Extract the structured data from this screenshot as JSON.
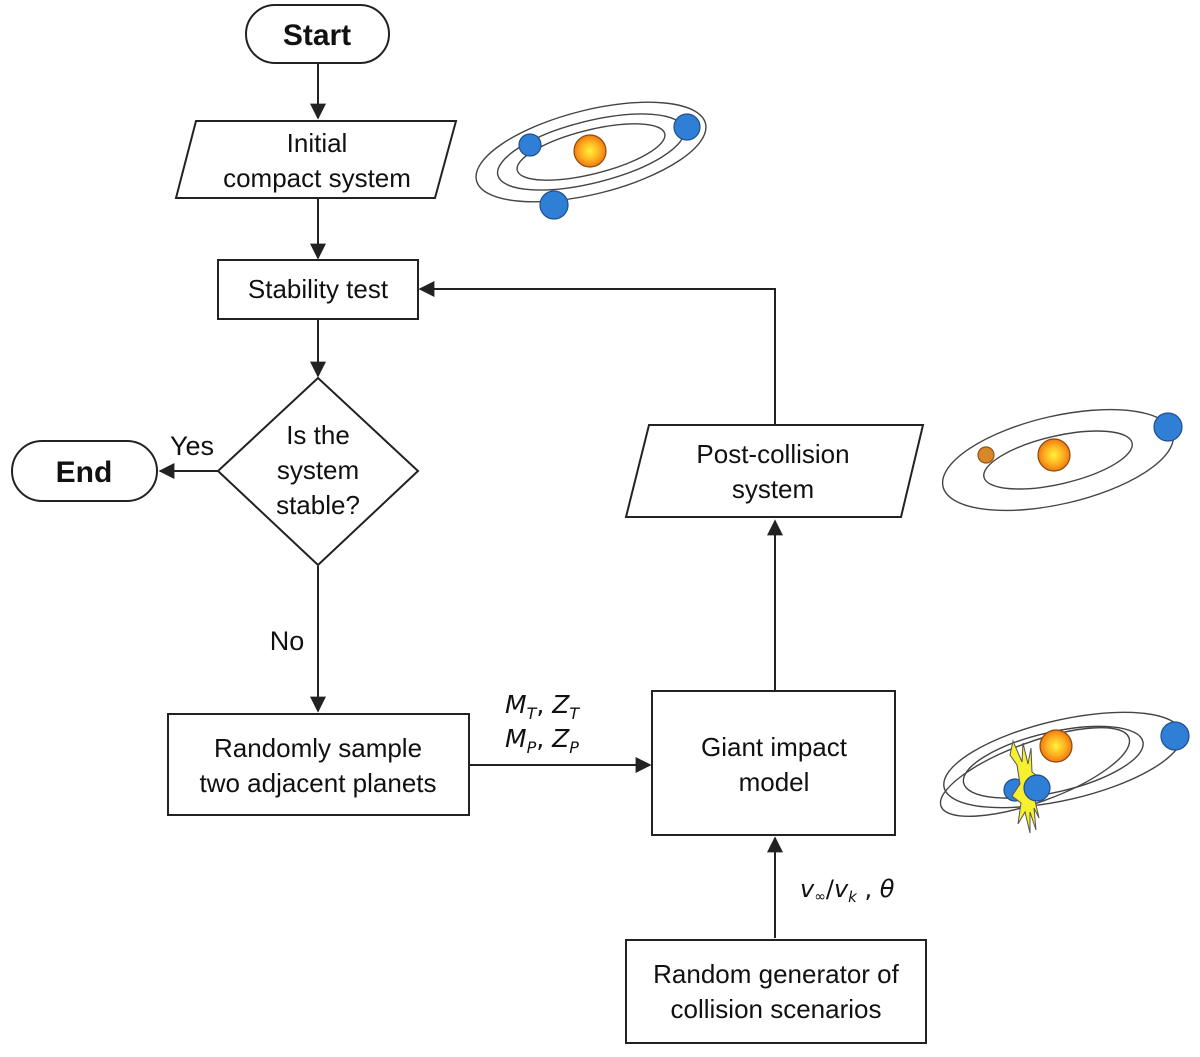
{
  "diagram": {
    "type": "flowchart",
    "colors": {
      "stroke": "#222222",
      "planet_blue": "#2f7fd6",
      "planet_small_orange": "#d9862b",
      "star_core": "#fff23a",
      "star_edge": "#f07a10",
      "collision_flash": "#f7f02e"
    },
    "nodes": {
      "start": {
        "shape": "terminator",
        "text": "Start"
      },
      "initial": {
        "shape": "parallelogram",
        "lines": [
          "Initial",
          "compact system"
        ]
      },
      "stability": {
        "shape": "process",
        "text": "Stability test"
      },
      "decision": {
        "shape": "decision",
        "lines": [
          "Is the",
          "system",
          "stable?"
        ]
      },
      "end": {
        "shape": "terminator",
        "text": "End"
      },
      "sample": {
        "shape": "process",
        "lines": [
          "Randomly sample",
          "two adjacent planets"
        ]
      },
      "impact": {
        "shape": "process",
        "lines": [
          "Giant impact",
          "model"
        ]
      },
      "post": {
        "shape": "parallelogram",
        "lines": [
          "Post-collision",
          "system"
        ]
      },
      "generator": {
        "shape": "process",
        "lines": [
          "Random generator of",
          "collision scenarios"
        ]
      }
    },
    "edges": {
      "yes_label": "Yes",
      "no_label": "No",
      "sample_to_impact": {
        "line1": {
          "a": "M",
          "a_sub": "T",
          "sep": ", ",
          "b": "Z",
          "b_sub": "T"
        },
        "line2": {
          "a": "M",
          "a_sub": "P",
          "sep": ", ",
          "b": "Z",
          "b_sub": "P"
        }
      },
      "generator_to_impact": {
        "v": "v",
        "v_sub": "∞",
        "slash": "/",
        "vk": "v",
        "vk_sub": "k",
        "sep": " , ",
        "theta": "θ"
      }
    },
    "illustrations": {
      "initial_system": {
        "icon": "planetary-system-icon",
        "planets": 3,
        "star": 1
      },
      "post_collision_system": {
        "icon": "planetary-system-icon",
        "planets": 2,
        "star": 1
      },
      "collision_system": {
        "icon": "collision-icon",
        "planets": 3,
        "star": 1,
        "collision": true
      }
    }
  }
}
